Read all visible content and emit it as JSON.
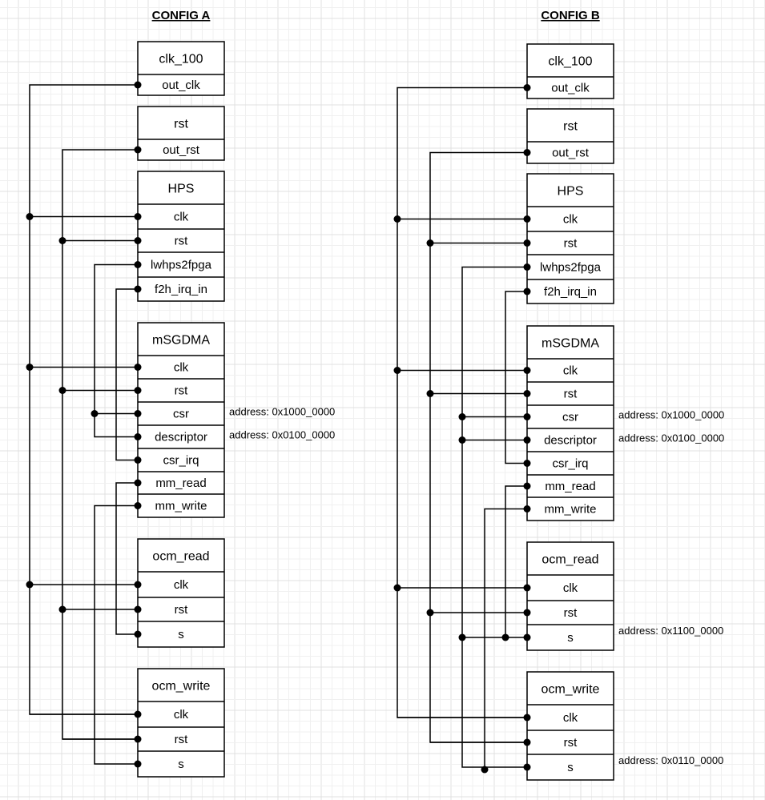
{
  "diagram_type": "block connection diagram",
  "configs": [
    {
      "title": "CONFIG A",
      "blocks": [
        {
          "name": "clk_100",
          "ports": [
            {
              "label": "out_clk"
            }
          ]
        },
        {
          "name": "rst",
          "ports": [
            {
              "label": "out_rst"
            }
          ]
        },
        {
          "name": "HPS",
          "ports": [
            {
              "label": "clk"
            },
            {
              "label": "rst"
            },
            {
              "label": "lwhps2fpga"
            },
            {
              "label": "f2h_irq_in"
            }
          ]
        },
        {
          "name": "mSGDMA",
          "ports": [
            {
              "label": "clk"
            },
            {
              "label": "rst"
            },
            {
              "label": "csr",
              "address": "address: 0x1000_0000"
            },
            {
              "label": "descriptor",
              "address": "address: 0x0100_0000"
            },
            {
              "label": "csr_irq"
            },
            {
              "label": "mm_read"
            },
            {
              "label": "mm_write"
            }
          ]
        },
        {
          "name": "ocm_read",
          "ports": [
            {
              "label": "clk"
            },
            {
              "label": "rst"
            },
            {
              "label": "s"
            }
          ]
        },
        {
          "name": "ocm_write",
          "ports": [
            {
              "label": "clk"
            },
            {
              "label": "rst"
            },
            {
              "label": "s"
            }
          ]
        }
      ],
      "connections": [
        {
          "from": "clk_100.out_clk",
          "to": [
            "HPS.clk",
            "mSGDMA.clk",
            "ocm_read.clk",
            "ocm_write.clk"
          ]
        },
        {
          "from": "rst.out_rst",
          "to": [
            "HPS.rst",
            "mSGDMA.rst",
            "ocm_read.rst",
            "ocm_write.rst"
          ]
        },
        {
          "from": "HPS.lwhps2fpga",
          "to": [
            "mSGDMA.csr",
            "mSGDMA.descriptor"
          ]
        },
        {
          "from": "HPS.f2h_irq_in",
          "to": [
            "mSGDMA.csr_irq"
          ]
        },
        {
          "from": "mSGDMA.mm_read",
          "to": [
            "ocm_read.s"
          ]
        },
        {
          "from": "mSGDMA.mm_write",
          "to": [
            "ocm_write.s"
          ]
        }
      ]
    },
    {
      "title": "CONFIG B",
      "blocks": [
        {
          "name": "clk_100",
          "ports": [
            {
              "label": "out_clk"
            }
          ]
        },
        {
          "name": "rst",
          "ports": [
            {
              "label": "out_rst"
            }
          ]
        },
        {
          "name": "HPS",
          "ports": [
            {
              "label": "clk"
            },
            {
              "label": "rst"
            },
            {
              "label": "lwhps2fpga"
            },
            {
              "label": "f2h_irq_in"
            }
          ]
        },
        {
          "name": "mSGDMA",
          "ports": [
            {
              "label": "clk"
            },
            {
              "label": "rst"
            },
            {
              "label": "csr",
              "address": "address: 0x1000_0000"
            },
            {
              "label": "descriptor",
              "address": "address: 0x0100_0000"
            },
            {
              "label": "csr_irq"
            },
            {
              "label": "mm_read"
            },
            {
              "label": "mm_write"
            }
          ]
        },
        {
          "name": "ocm_read",
          "ports": [
            {
              "label": "clk"
            },
            {
              "label": "rst"
            },
            {
              "label": "s",
              "address": "address: 0x1100_0000"
            }
          ]
        },
        {
          "name": "ocm_write",
          "ports": [
            {
              "label": "clk"
            },
            {
              "label": "rst"
            },
            {
              "label": "s",
              "address": "address: 0x0110_0000"
            }
          ]
        }
      ],
      "connections": [
        {
          "from": "clk_100.out_clk",
          "to": [
            "HPS.clk",
            "mSGDMA.clk",
            "ocm_read.clk",
            "ocm_write.clk"
          ]
        },
        {
          "from": "rst.out_rst",
          "to": [
            "HPS.rst",
            "mSGDMA.rst",
            "ocm_read.rst",
            "ocm_write.rst"
          ]
        },
        {
          "from": "HPS.lwhps2fpga",
          "to": [
            "mSGDMA.csr",
            "mSGDMA.descriptor",
            "ocm_read.s",
            "ocm_write.s"
          ]
        },
        {
          "from": "HPS.f2h_irq_in",
          "to": [
            "mSGDMA.csr_irq"
          ]
        },
        {
          "from": "mSGDMA.mm_read",
          "to": [
            "ocm_read.s"
          ]
        },
        {
          "from": "mSGDMA.mm_write",
          "to": [
            "ocm_write.s"
          ]
        }
      ]
    }
  ],
  "colors": {
    "line": "#000000",
    "grid_minor": "#f0f0f0",
    "grid_major": "#e0e0e0",
    "box_fill": "#ffffff"
  }
}
